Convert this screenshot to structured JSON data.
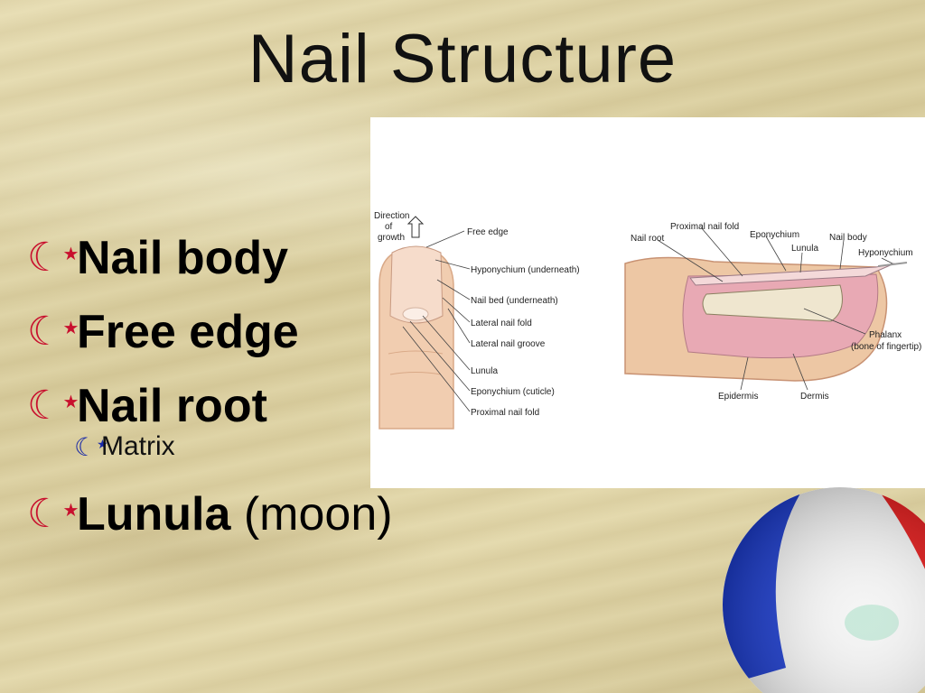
{
  "slide": {
    "title": "Nail Structure",
    "bullets": [
      {
        "label": "Nail body"
      },
      {
        "label": "Free edge"
      },
      {
        "label": "Nail root",
        "sub": "Matrix"
      },
      {
        "label": "Lunula",
        "suffix": " (moon)"
      }
    ],
    "marker_glyph": "☪",
    "colors": {
      "bullet_marker": "#c8102e",
      "sub_marker": "#1a2aa8"
    }
  },
  "figure": {
    "left_labels": {
      "direction": [
        "Direction",
        "of",
        "growth"
      ],
      "free_edge": "Free edge",
      "hyponychium": "Hyponychium (underneath)",
      "nail_bed": "Nail bed (underneath)",
      "lateral_fold": "Lateral nail fold",
      "lateral_groove": "Lateral nail groove",
      "lunula": "Lunula",
      "eponychium": "Eponychium (cuticle)",
      "proximal_fold": "Proximal nail fold"
    },
    "right_labels": {
      "proximal_fold": "Proximal nail fold",
      "nail_root": "Nail root",
      "eponychium": "Eponychium",
      "lunula": "Lunula",
      "nail_body": "Nail body",
      "hyponychium": "Hyponychium",
      "phalanx": [
        "Phalanx",
        "(bone of fingertip)"
      ],
      "epidermis": "Epidermis",
      "dermis": "Dermis"
    }
  }
}
